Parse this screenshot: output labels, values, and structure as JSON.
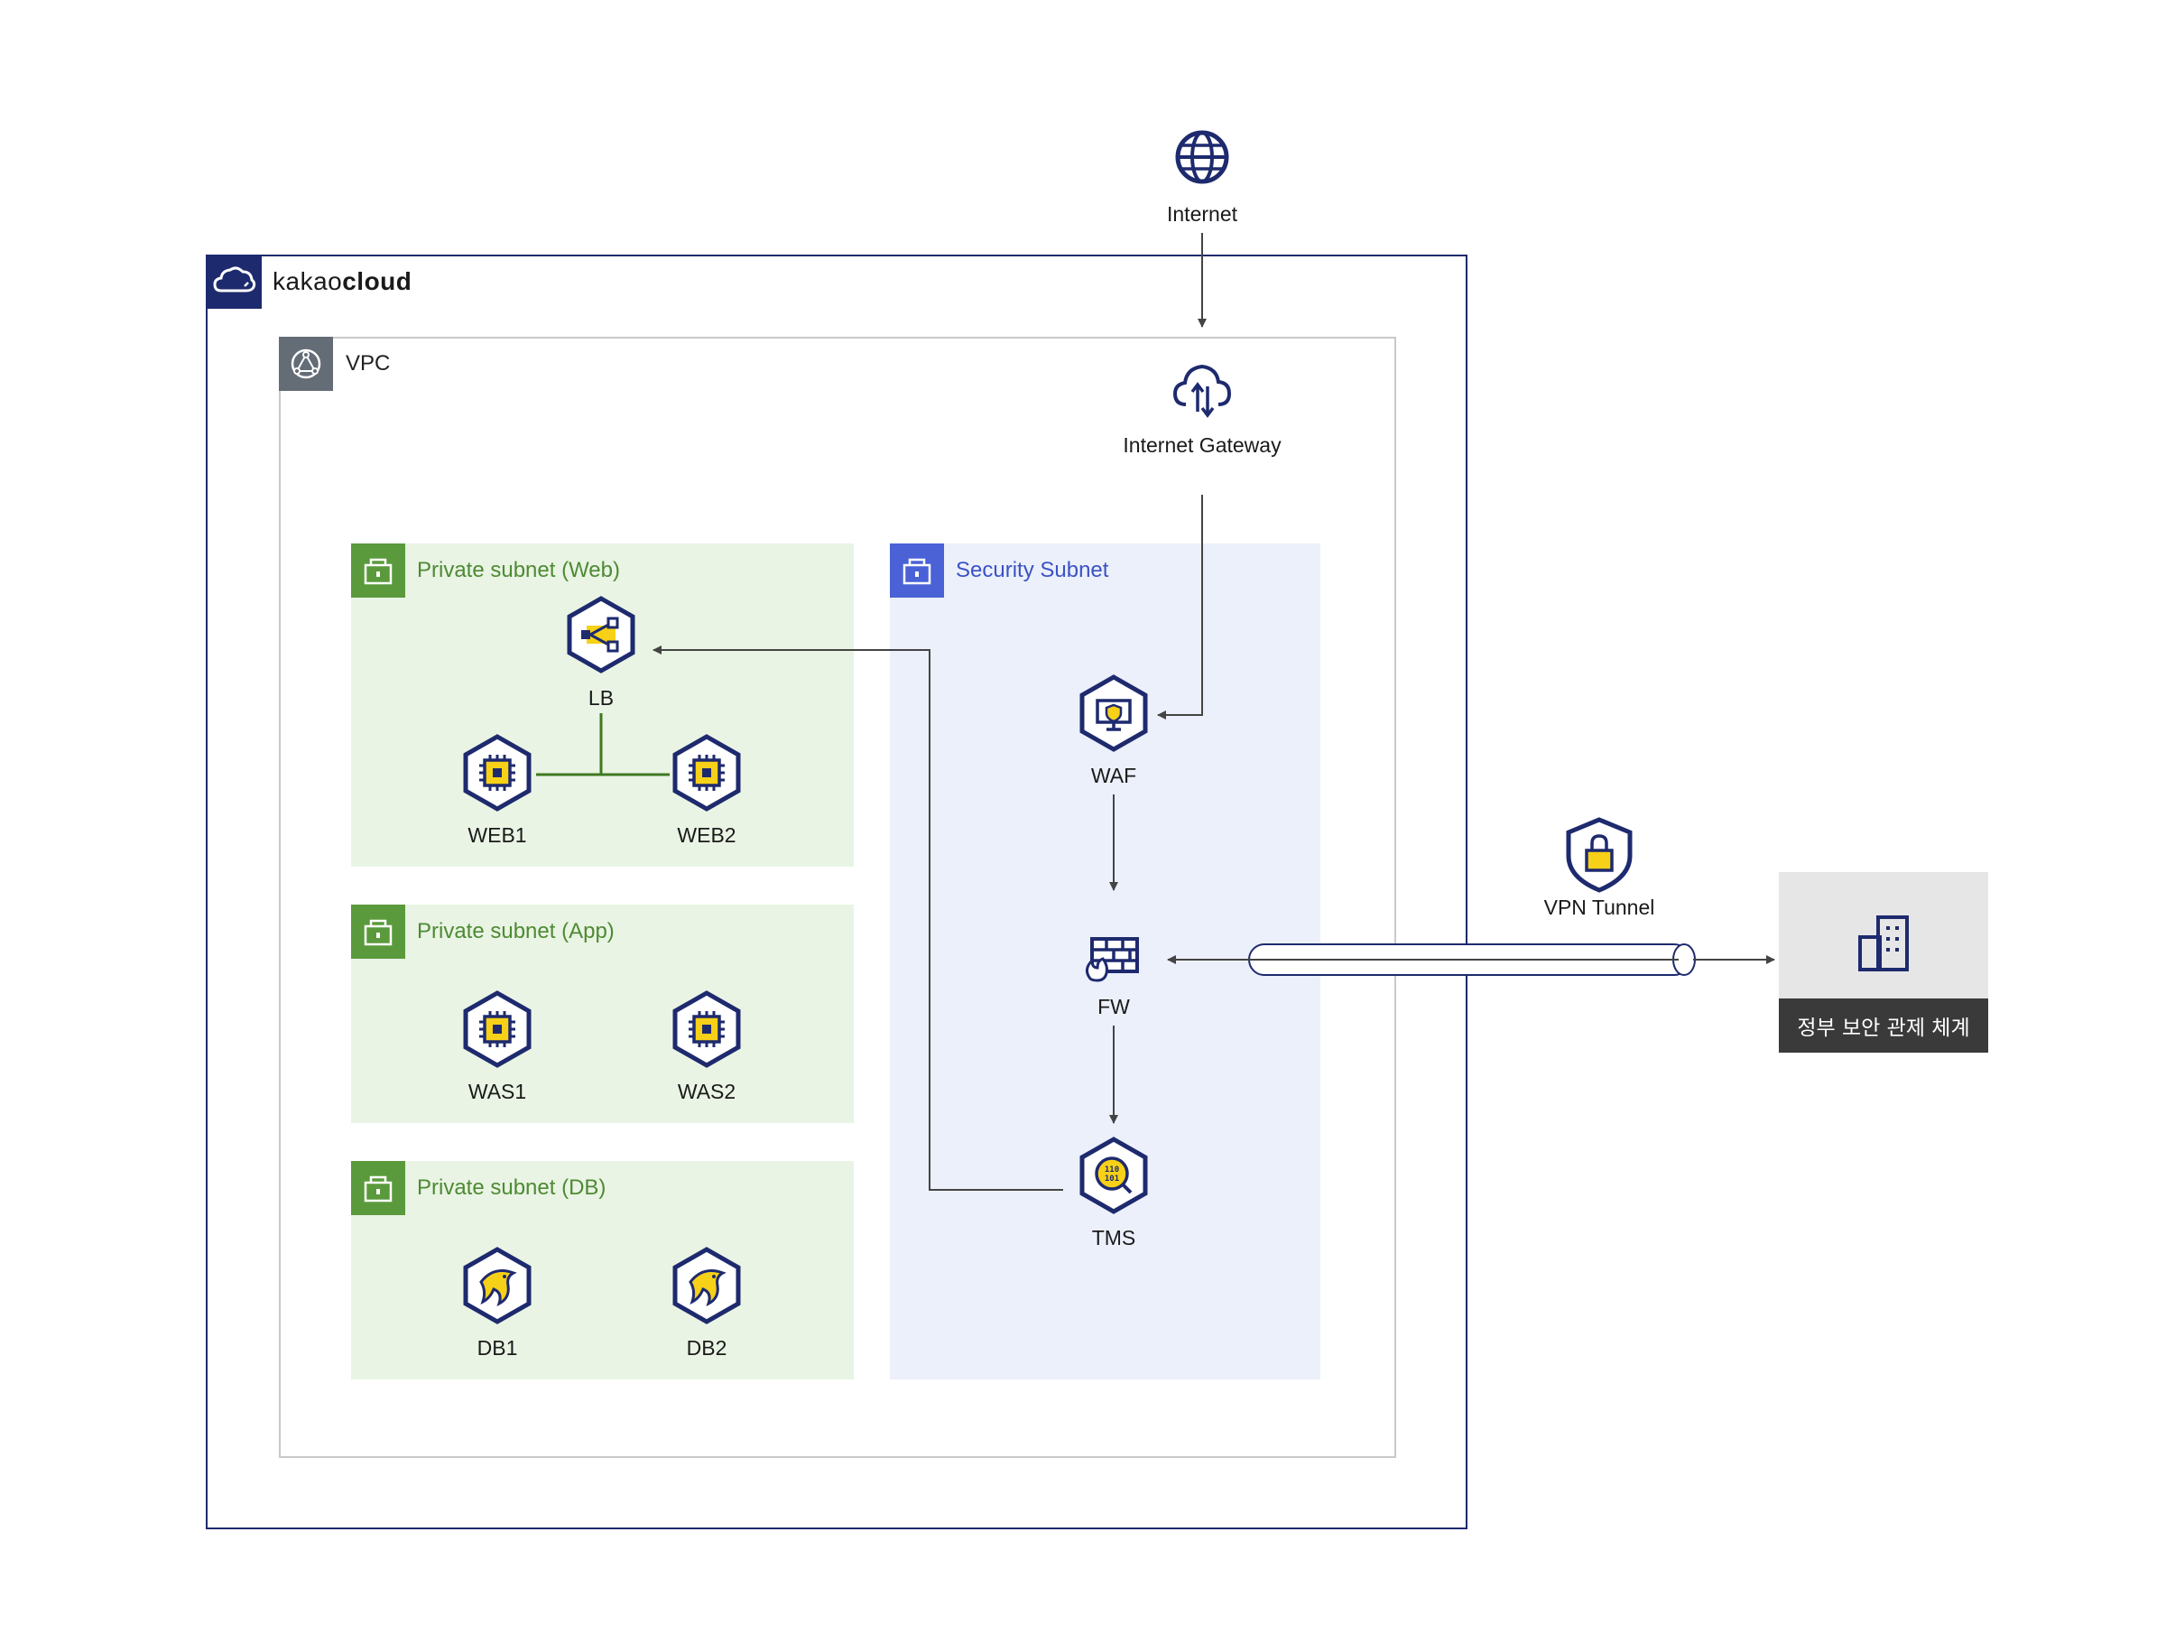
{
  "cloud": {
    "brand_light": "kakao",
    "brand_bold": "cloud"
  },
  "vpc": {
    "label": "VPC"
  },
  "subnets": {
    "web": {
      "label": "Private subnet (Web)"
    },
    "app": {
      "label": "Private subnet (App)"
    },
    "db": {
      "label": "Private subnet (DB)"
    },
    "security": {
      "label": "Security Subnet"
    }
  },
  "nodes": {
    "internet": {
      "label": "Internet",
      "icon": "globe-icon"
    },
    "igw": {
      "label": "Internet Gateway",
      "icon": "cloud-updown-icon"
    },
    "lb": {
      "label": "LB",
      "icon": "load-balancer-icon"
    },
    "web1": {
      "label": "WEB1",
      "icon": "cpu-icon"
    },
    "web2": {
      "label": "WEB2",
      "icon": "cpu-icon"
    },
    "was1": {
      "label": "WAS1",
      "icon": "cpu-icon"
    },
    "was2": {
      "label": "WAS2",
      "icon": "cpu-icon"
    },
    "db1": {
      "label": "DB1",
      "icon": "dolphin-db-icon"
    },
    "db2": {
      "label": "DB2",
      "icon": "dolphin-db-icon"
    },
    "waf": {
      "label": "WAF",
      "icon": "monitor-shield-icon"
    },
    "fw": {
      "label": "FW",
      "icon": "firewall-icon"
    },
    "tms": {
      "label": "TMS",
      "icon": "binary-search-icon"
    },
    "vpn": {
      "label": "VPN Tunnel",
      "icon": "shield-lock-icon"
    },
    "gov": {
      "label": "정부 보안 관제 체계",
      "icon": "building-icon"
    }
  },
  "colors": {
    "navy": "#1e2a6e",
    "vpc_gray": "#646c76",
    "green": "#5a9a3c",
    "green_bg": "#e9f4e4",
    "blue": "#4a62d6",
    "blue_bg": "#ecf0fb",
    "icon_yellow": "#f7d117",
    "arrow": "#444444"
  }
}
